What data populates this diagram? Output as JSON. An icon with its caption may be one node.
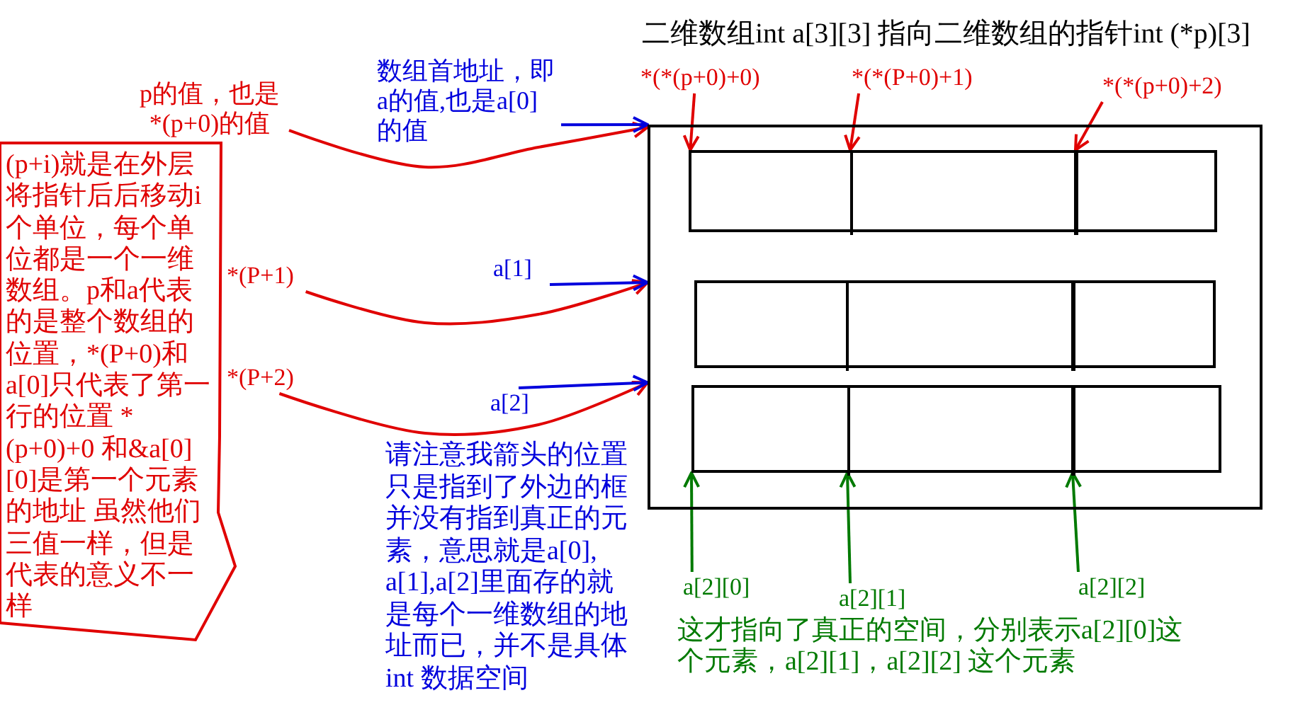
{
  "diagram": {
    "title": "二维数组int a[3][3] 指向二维数组的指针int (*p)[3]",
    "nodes": [
      {
        "text": [],
        "shape": "box"
      },
      {
        "text": [],
        "shape": "box",
        "in": 0
      },
      {
        "text": [],
        "shape": "box",
        "in": 0
      },
      {
        "text": [],
        "shape": "box",
        "in": 0
      },
      {
        "text": [],
        "shape": "box",
        "in": 1
      },
      {
        "text": [],
        "shape": "box",
        "in": 1
      },
      {
        "text": [],
        "shape": "box",
        "in": 1
      },
      {
        "text": [],
        "shape": "box",
        "in": 2
      },
      {
        "text": [],
        "shape": "box",
        "in": 2
      },
      {
        "text": [],
        "shape": "box",
        "in": 2
      },
      {
        "text": [],
        "shape": "box",
        "in": 3
      },
      {
        "text": [],
        "shape": "box",
        "in": 3
      },
      {
        "text": [],
        "shape": "box",
        "in": 3
      },
      {
        "text": [
          "p的值，也是 *(p+0)的值"
        ]
      },
      {
        "text": [
          "(p+i)就是在外层将指针后后移动i个单位，每个单位都是一个一维数组。p和a代表的是整个数组的位置，*(P+0)和a[0]只代表了第一行的位置 *(p+0)+0 和&a[0][0]是第一个元素的地址 虽然他们三值一样，但是代表的意义不一样"
        ]
      },
      {
        "text": [
          "*(P+1)"
        ]
      },
      {
        "text": [
          "*(P+2)"
        ]
      },
      {
        "text": [
          "数组首地址，即a的值,也是a[0] 的值"
        ]
      },
      {
        "text": [
          "a[1]"
        ]
      },
      {
        "text": [
          "a[2]"
        ]
      },
      {
        "text": [
          "*(*(p+0)+0)"
        ]
      },
      {
        "text": [
          "*(*(P+0)+1)"
        ]
      },
      {
        "text": [
          "*(*(p+0)+2)"
        ]
      },
      {
        "text": [
          "a[2][0]"
        ]
      },
      {
        "text": [
          "a[2][1]"
        ]
      },
      {
        "text": [
          "a[2][2]"
        ]
      }
    ],
    "edges": [
      {
        "from": 13,
        "to": 0,
        "arrow": "to"
      },
      {
        "from": 17,
        "to": 0,
        "arrow": "to",
        "color": "#0000dd"
      },
      {
        "from": 15,
        "to": 0,
        "arrow": "to"
      },
      {
        "from": 18,
        "to": 0,
        "arrow": "to",
        "color": "#0000dd"
      },
      {
        "from": 16,
        "to": 0,
        "arrow": "to"
      },
      {
        "from": 19,
        "to": 0,
        "arrow": "to",
        "color": "#0000dd"
      },
      {
        "from": 20,
        "to": 4,
        "arrow": "to"
      },
      {
        "from": 21,
        "to": 5,
        "arrow": "to"
      },
      {
        "from": 22,
        "to": 6,
        "arrow": "to"
      },
      {
        "from": 23,
        "to": 10,
        "arrow": "to",
        "color": "#007a00"
      },
      {
        "from": 24,
        "to": 11,
        "arrow": "to",
        "color": "#007a00"
      },
      {
        "from": 25,
        "to": 12,
        "arrow": "to",
        "color": "#007a00"
      }
    ],
    "labels": [
      "请注意我箭头的位置只是指到了外边的框并没有指到真正的元素，意思就是a[0], a[1],a[2]里面存的就是每个一维数组的地址而已，并不是具体int 数据空间",
      "这才指向了真正的空间，分别表示a[2][0]这个元素，a[2][1]，a[2][2] 这个元素"
    ]
  }
}
